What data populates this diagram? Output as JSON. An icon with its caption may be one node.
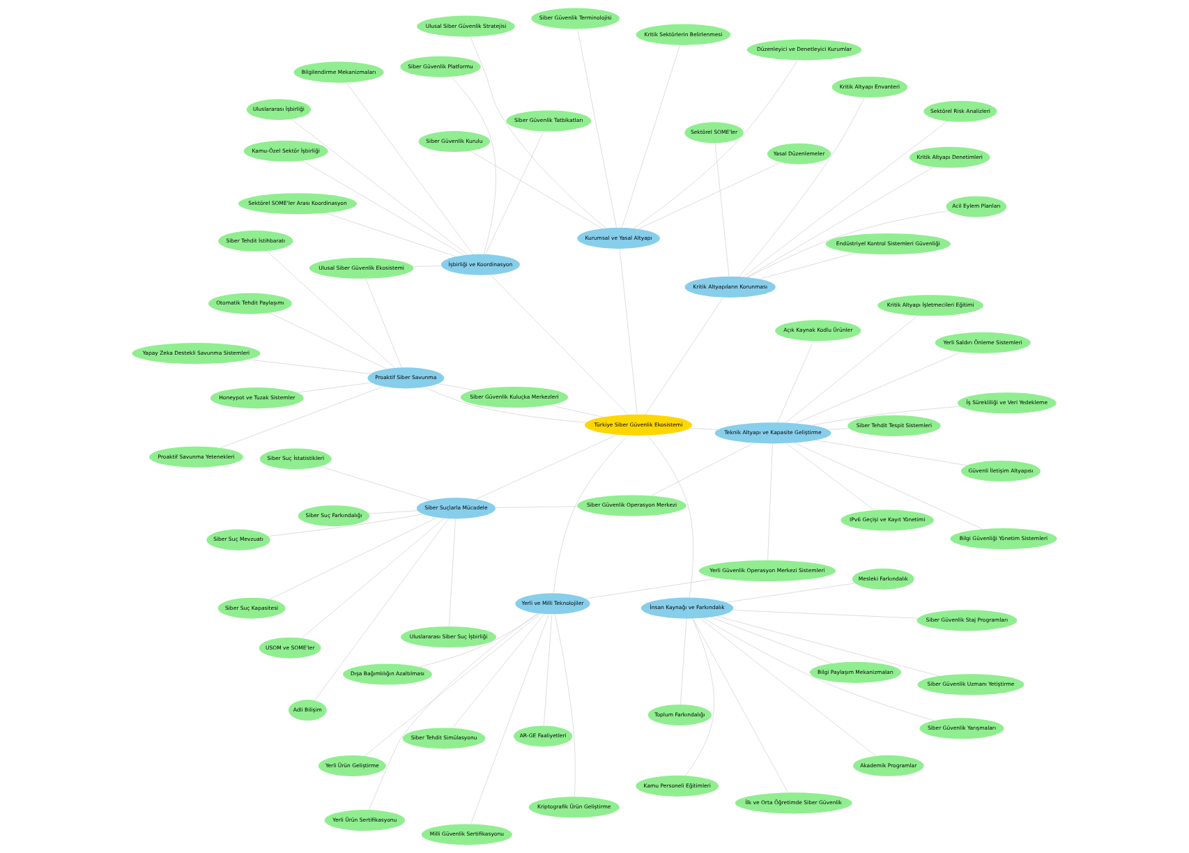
{
  "diagram": {
    "nodes": [
      {
        "text": [
          "Türkiye Siber Güvenlik Ekosistemi"
        ]
      },
      {
        "text": [
          "Kritik Altyapıların Korunması"
        ]
      },
      {
        "text": [
          "İnsan Kaynağı ve Farkındalık"
        ]
      },
      {
        "text": [
          "Yerli ve Milli Teknolojiler"
        ]
      },
      {
        "text": [
          "Teknik Altyapı ve Kapasite Geliştirme"
        ]
      },
      {
        "text": [
          "Kurumsal ve Yasal Altyapı"
        ]
      },
      {
        "text": [
          "Proaktif Siber Savunma"
        ]
      },
      {
        "text": [
          "Siber Suçlarla Mücadele"
        ]
      },
      {
        "text": [
          "İşbirliği ve Koordinasyon"
        ]
      },
      {
        "text": [
          "Endüstriyel Kontrol Sistemleri Güvenliği"
        ]
      },
      {
        "text": [
          "İlk ve Orta Öğretimde Siber Güvenlik"
        ]
      },
      {
        "text": [
          "Sektörel SOME'ler"
        ]
      },
      {
        "text": [
          "Siber Güvenlik Uzmanı Yetiştirme"
        ]
      },
      {
        "text": [
          "Siber Güvenlik Staj Programları"
        ]
      },
      {
        "text": [
          "Mesleki Farkındalık"
        ]
      },
      {
        "text": [
          "Milli Güvenlik Sertifikasyonu"
        ]
      },
      {
        "text": [
          "Kriptografik Ürün Geliştirme"
        ]
      },
      {
        "text": [
          "Toplum Farkındalığı"
        ]
      },
      {
        "text": [
          "Kritik Altyapı Envanteri"
        ]
      },
      {
        "text": [
          "Dışa Bağımlılığın Azaltılması"
        ]
      },
      {
        "text": [
          "Kamu Personeli Eğitimleri"
        ]
      },
      {
        "text": [
          "Yerli Ürün Geliştirme"
        ]
      },
      {
        "text": [
          "Kritik Altyapı Denetimleri"
        ]
      },
      {
        "text": [
          "AR-GE Faaliyetleri"
        ]
      },
      {
        "text": [
          "Kritik Altyapı İşletmecileri Eğitimi"
        ]
      },
      {
        "text": [
          "Yerli Ürün Sertifikasyonu"
        ]
      },
      {
        "text": [
          "Yerli Saldırı Önleme Sistemleri"
        ]
      },
      {
        "text": [
          "Siber Tehdit Tespit Sistemleri"
        ]
      },
      {
        "text": [
          "Yerli Güvenlik Operasyon Merkezi Sistemleri"
        ]
      },
      {
        "text": [
          "Akademik Programlar"
        ]
      },
      {
        "text": [
          "Sektörel Risk Analizleri"
        ]
      },
      {
        "text": [
          "Siber Güvenlik Yarışmaları"
        ]
      },
      {
        "text": [
          "Siber Tehdit Simülasyonu"
        ]
      },
      {
        "text": [
          "Açık Kaynak Kodlu Ürünler"
        ]
      },
      {
        "text": [
          "Acil Eylem Planları"
        ]
      },
      {
        "text": [
          "IPv6 Geçişi ve Kayıt Yönetimi"
        ]
      },
      {
        "text": [
          "Bilgi Paylaşım Mekanizmaları"
        ]
      },
      {
        "text": [
          "Siber Güvenlik Kuluçka Merkezleri"
        ]
      },
      {
        "text": [
          "Yapay Zeka Destekli Savunma Sistemleri"
        ]
      },
      {
        "text": [
          "Proaktif Savunma Yetenekleri"
        ]
      },
      {
        "text": [
          "Otomatik Tehdit Paylaşımı"
        ]
      },
      {
        "text": [
          "Ulusal Siber Güvenlik Ekosistemi"
        ]
      },
      {
        "text": [
          "Honeypot ve Tuzak Sistemler"
        ]
      },
      {
        "text": [
          "Siber Tehdit İstihbaratı"
        ]
      },
      {
        "text": [
          "Güvenli İletişim Altyapısı"
        ]
      },
      {
        "text": [
          "Siber Güvenlik Kurulu"
        ]
      },
      {
        "text": [
          "Bilgi Güvenliği Yönetim Sistemleri"
        ]
      },
      {
        "text": [
          "Siber Güvenlik Operasyon Merkezi"
        ]
      },
      {
        "text": [
          "İş Sürekliliği ve Veri Yedekleme"
        ]
      },
      {
        "text": [
          "Yasal Düzenlemeler"
        ]
      },
      {
        "text": [
          "Ulusal Siber Güvenlik Stratejisi"
        ]
      },
      {
        "text": [
          "Düzenleyici ve Denetleyici Kurumlar"
        ]
      },
      {
        "text": [
          "Kritik Sektörlerin Belirlenmesi"
        ]
      },
      {
        "text": [
          "Siber Güvenlik Terminolojisi"
        ]
      },
      {
        "text": [
          "Siber Suç Farkındalığı"
        ]
      },
      {
        "text": [
          "Adli Bilişim"
        ]
      },
      {
        "text": [
          "USOM ve SOME'ler"
        ]
      },
      {
        "text": [
          "Uluslararası İşbirliği"
        ]
      },
      {
        "text": [
          "Siber Güvenlik Platformu"
        ]
      },
      {
        "text": [
          "Siber Suç Mevzuatı"
        ]
      },
      {
        "text": [
          "Kamu-Özel Sektör İşbirliği"
        ]
      },
      {
        "text": [
          "Siber Suç İstatistikleri"
        ]
      },
      {
        "text": [
          "Sektörel SOME'ler Arası Koordinasyon"
        ]
      },
      {
        "text": [
          "Bilgilendirme Mekanizmaları"
        ]
      },
      {
        "text": [
          "Siber Güvenlik Tatbikatları"
        ]
      },
      {
        "text": [
          "Siber Suç Kapasitesi"
        ]
      },
      {
        "text": [
          "Uluslararası Siber Suç İşbirliği"
        ]
      }
    ],
    "edges": [
      {
        "from": 0,
        "to": 1,
        "arrow": "none"
      },
      {
        "from": 0,
        "to": 2,
        "arrow": "none"
      },
      {
        "from": 0,
        "to": 3,
        "arrow": "none"
      },
      {
        "from": 0,
        "to": 4,
        "arrow": "none"
      },
      {
        "from": 0,
        "to": 5,
        "arrow": "none"
      },
      {
        "from": 0,
        "to": 6,
        "arrow": "none"
      },
      {
        "from": 0,
        "to": 7,
        "arrow": "none"
      },
      {
        "from": 0,
        "to": 8,
        "arrow": "none"
      },
      {
        "from": 1,
        "to": 9,
        "arrow": "none"
      },
      {
        "from": 2,
        "to": 10,
        "arrow": "none"
      },
      {
        "from": 1,
        "to": 11,
        "arrow": "none"
      },
      {
        "from": 2,
        "to": 12,
        "arrow": "none"
      },
      {
        "from": 2,
        "to": 13,
        "arrow": "none"
      },
      {
        "from": 2,
        "to": 14,
        "arrow": "none"
      },
      {
        "from": 3,
        "to": 15,
        "arrow": "none"
      },
      {
        "from": 3,
        "to": 16,
        "arrow": "none"
      },
      {
        "from": 2,
        "to": 17,
        "arrow": "none"
      },
      {
        "from": 1,
        "to": 18,
        "arrow": "none"
      },
      {
        "from": 3,
        "to": 19,
        "arrow": "none"
      },
      {
        "from": 2,
        "to": 20,
        "arrow": "none"
      },
      {
        "from": 3,
        "to": 21,
        "arrow": "none"
      },
      {
        "from": 1,
        "to": 22,
        "arrow": "none"
      },
      {
        "from": 3,
        "to": 23,
        "arrow": "none"
      },
      {
        "from": 4,
        "to": 24,
        "arrow": "none"
      },
      {
        "from": 3,
        "to": 25,
        "arrow": "none"
      },
      {
        "from": 4,
        "to": 26,
        "arrow": "none"
      },
      {
        "from": 4,
        "to": 27,
        "arrow": "none"
      },
      {
        "from": 3,
        "to": 28,
        "arrow": "none"
      },
      {
        "from": 4,
        "to": 28,
        "arrow": "none"
      },
      {
        "from": 2,
        "to": 29,
        "arrow": "none"
      },
      {
        "from": 1,
        "to": 30,
        "arrow": "none"
      },
      {
        "from": 2,
        "to": 31,
        "arrow": "none"
      },
      {
        "from": 3,
        "to": 32,
        "arrow": "none"
      },
      {
        "from": 4,
        "to": 33,
        "arrow": "none"
      },
      {
        "from": 1,
        "to": 34,
        "arrow": "none"
      },
      {
        "from": 4,
        "to": 35,
        "arrow": "none"
      },
      {
        "from": 2,
        "to": 36,
        "arrow": "none"
      },
      {
        "from": 0,
        "to": 37,
        "arrow": "none"
      },
      {
        "from": 6,
        "to": 37,
        "arrow": "none"
      },
      {
        "from": 6,
        "to": 38,
        "arrow": "none"
      },
      {
        "from": 6,
        "to": 39,
        "arrow": "none"
      },
      {
        "from": 6,
        "to": 40,
        "arrow": "none"
      },
      {
        "from": 6,
        "to": 41,
        "arrow": "none"
      },
      {
        "from": 8,
        "to": 41,
        "arrow": "none"
      },
      {
        "from": 6,
        "to": 42,
        "arrow": "none"
      },
      {
        "from": 6,
        "to": 43,
        "arrow": "none"
      },
      {
        "from": 4,
        "to": 44,
        "arrow": "none"
      },
      {
        "from": 5,
        "to": 45,
        "arrow": "none"
      },
      {
        "from": 4,
        "to": 46,
        "arrow": "none"
      },
      {
        "from": 4,
        "to": 47,
        "arrow": "none"
      },
      {
        "from": 7,
        "to": 47,
        "arrow": "none"
      },
      {
        "from": 4,
        "to": 48,
        "arrow": "none"
      },
      {
        "from": 5,
        "to": 49,
        "arrow": "none"
      },
      {
        "from": 5,
        "to": 50,
        "arrow": "none"
      },
      {
        "from": 5,
        "to": 51,
        "arrow": "none"
      },
      {
        "from": 5,
        "to": 52,
        "arrow": "none"
      },
      {
        "from": 5,
        "to": 53,
        "arrow": "none"
      },
      {
        "from": 7,
        "to": 54,
        "arrow": "none"
      },
      {
        "from": 7,
        "to": 55,
        "arrow": "none"
      },
      {
        "from": 7,
        "to": 56,
        "arrow": "none"
      },
      {
        "from": 8,
        "to": 57,
        "arrow": "none"
      },
      {
        "from": 8,
        "to": 58,
        "arrow": "none"
      },
      {
        "from": 7,
        "to": 59,
        "arrow": "none"
      },
      {
        "from": 8,
        "to": 60,
        "arrow": "none"
      },
      {
        "from": 7,
        "to": 61,
        "arrow": "none"
      },
      {
        "from": 8,
        "to": 62,
        "arrow": "none"
      },
      {
        "from": 8,
        "to": 63,
        "arrow": "none"
      },
      {
        "from": 8,
        "to": 64,
        "arrow": "none"
      },
      {
        "from": 7,
        "to": 65,
        "arrow": "none"
      },
      {
        "from": 7,
        "to": 66,
        "arrow": "none"
      }
    ]
  }
}
